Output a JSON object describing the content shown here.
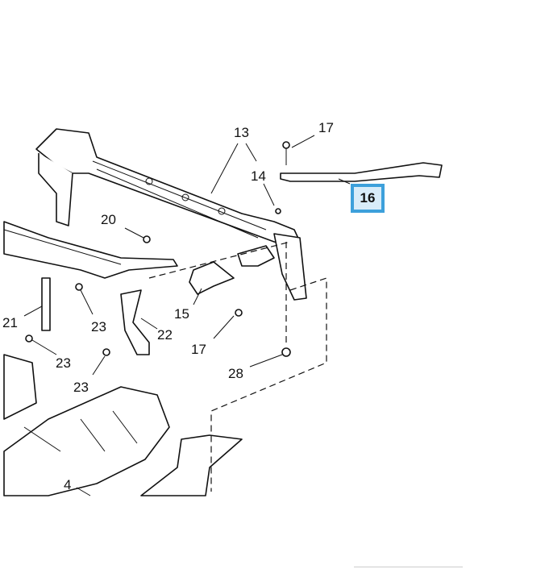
{
  "callouts": {
    "c13": "13",
    "c17a": "17",
    "c14": "14",
    "c16": "16",
    "c20": "20",
    "c21": "21",
    "c23a": "23",
    "c22": "22",
    "c15": "15",
    "c17b": "17",
    "c23b": "23",
    "c28": "28",
    "c23c": "23",
    "c4": "4"
  },
  "highlight_color": "#3da0db"
}
